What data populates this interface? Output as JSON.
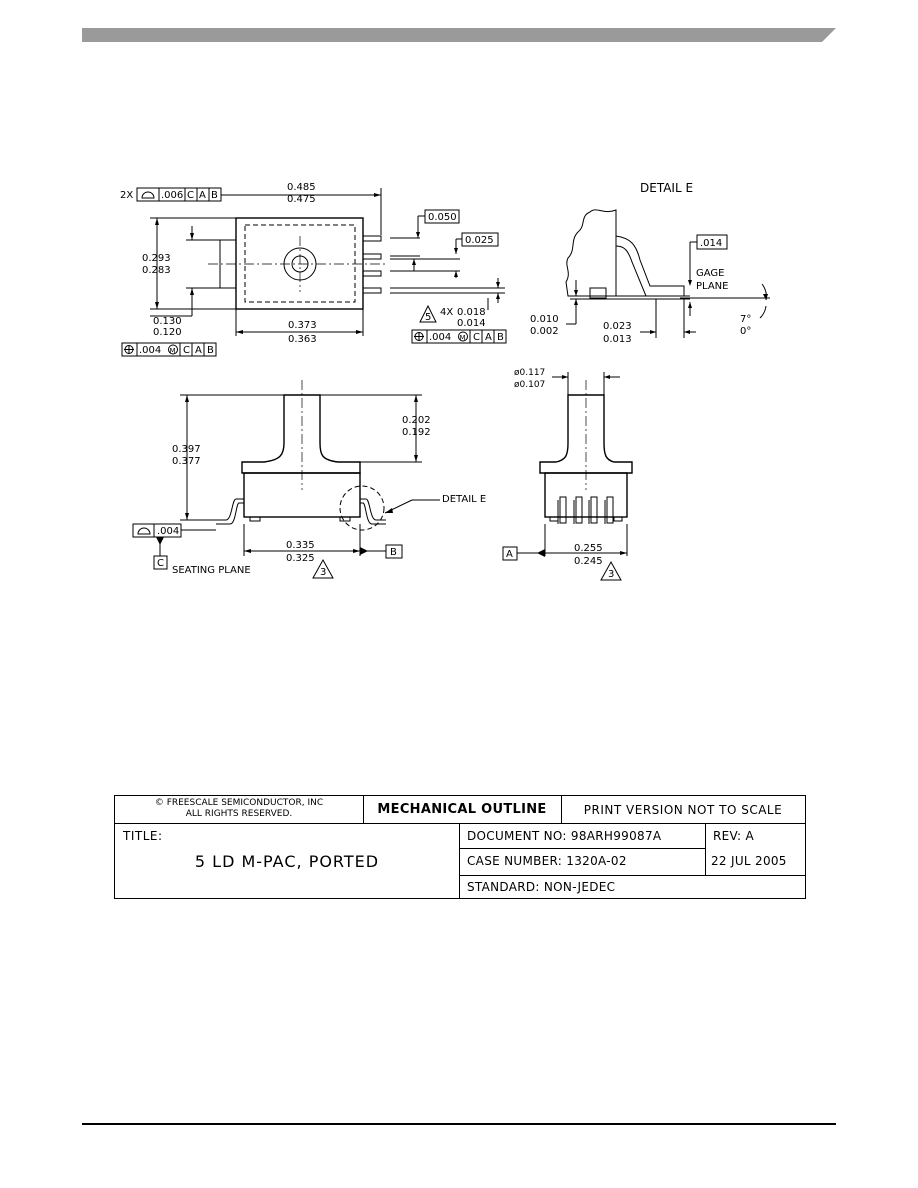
{
  "drawing": {
    "top_view": {
      "flatness_note": "2X",
      "flatness_value": ".006",
      "datum_c": "C",
      "datum_a": "A",
      "datum_b": "B",
      "dim_width_max": "0.485",
      "dim_width_min": "0.475",
      "dim_height_max": "0.293",
      "dim_height_min": "0.283",
      "dim_offset_max": "0.130",
      "dim_offset_min": "0.120",
      "dim_body_max": "0.373",
      "dim_body_min": "0.363",
      "lead_pitch": "0.050",
      "lead_gap": "0.025",
      "lead_width_note": "4X",
      "lead_width_max": "0.018",
      "lead_width_min": "0.014",
      "note_5": "5",
      "position_tol_1": ".004",
      "position_tol_2": ".004",
      "mmc": "M"
    },
    "detail_e": {
      "title": "DETAIL E",
      "tol": ".014",
      "gage_plane_1": "GAGE",
      "gage_plane_2": "PLANE",
      "dim_a_max": "0.010",
      "dim_a_min": "0.002",
      "dim_b_max": "0.023",
      "dim_b_min": "0.013",
      "angle_max": "7°",
      "angle_min": "0°"
    },
    "front_view": {
      "dim_height_max": "0.397",
      "dim_height_min": "0.377",
      "dim_port_max": "0.202",
      "dim_port_min": "0.192",
      "detail_callout": "DETAIL E",
      "flatness": ".004",
      "seating_datum": "C",
      "seating_plane": "SEATING PLANE",
      "dim_width_max": "0.335",
      "dim_width_min": "0.325",
      "note_3": "3",
      "datum_b": "B"
    },
    "side_view": {
      "dia_max": "ø0.117",
      "dia_min": "ø0.107",
      "datum_a": "A",
      "dim_width_max": "0.255",
      "dim_width_min": "0.245",
      "note_3": "3"
    }
  },
  "title_block": {
    "copyright_line1": "© FREESCALE SEMICONDUCTOR, INC",
    "copyright_line2": "ALL RIGHTS RESERVED.",
    "mechanical_outline": "MECHANICAL OUTLINE",
    "print_version": "PRINT VERSION NOT TO SCALE",
    "title_label": "TITLE:",
    "title_value": "5 LD M-PAC, PORTED",
    "document_no_label": "DOCUMENT NO:",
    "document_no": "98ARH99087A",
    "rev_label": "REV:",
    "rev": "A",
    "case_number_label": "CASE NUMBER:",
    "case_number": "1320A-02",
    "date": "22 JUL 2005",
    "standard_label": "STANDARD:",
    "standard": "NON-JEDEC"
  }
}
